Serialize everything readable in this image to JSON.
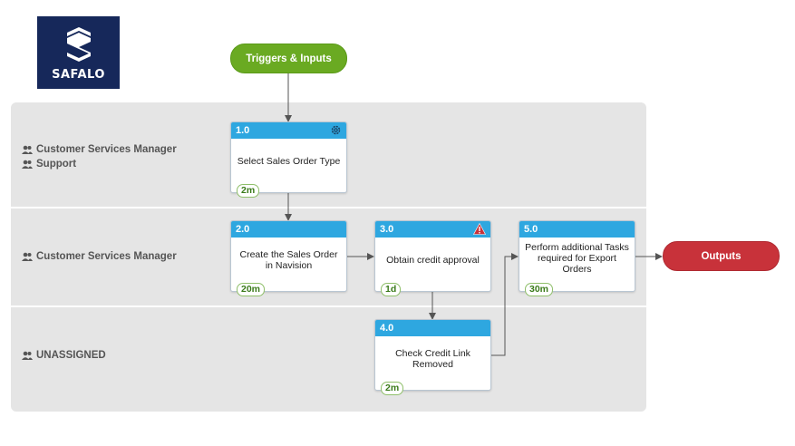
{
  "logo": {
    "text": "SAFALO"
  },
  "start": {
    "label": "Triggers & Inputs"
  },
  "end": {
    "label": "Outputs"
  },
  "lanes": [
    {
      "roles": [
        "Customer Services Manager",
        "Support"
      ]
    },
    {
      "roles": [
        "Customer Services Manager"
      ]
    },
    {
      "roles": [
        "UNASSIGNED"
      ]
    }
  ],
  "tasks": [
    {
      "id": "1.0",
      "title": "Select Sales Order Type",
      "duration": "2m",
      "icon": "gear-icon"
    },
    {
      "id": "2.0",
      "title": "Create the Sales Order in Navision",
      "duration": "20m"
    },
    {
      "id": "3.0",
      "title": "Obtain credit approval",
      "duration": "1d",
      "icon": "warning-icon"
    },
    {
      "id": "4.0",
      "title": "Check Credit Link Removed",
      "duration": "2m"
    },
    {
      "id": "5.0",
      "title": "Perform additional Tasks required for Export Orders",
      "duration": "30m"
    }
  ],
  "colors": {
    "task_header": "#2ea7e0",
    "start": "#6aaa22",
    "end": "#c8323a",
    "logo_bg": "#16285a"
  }
}
